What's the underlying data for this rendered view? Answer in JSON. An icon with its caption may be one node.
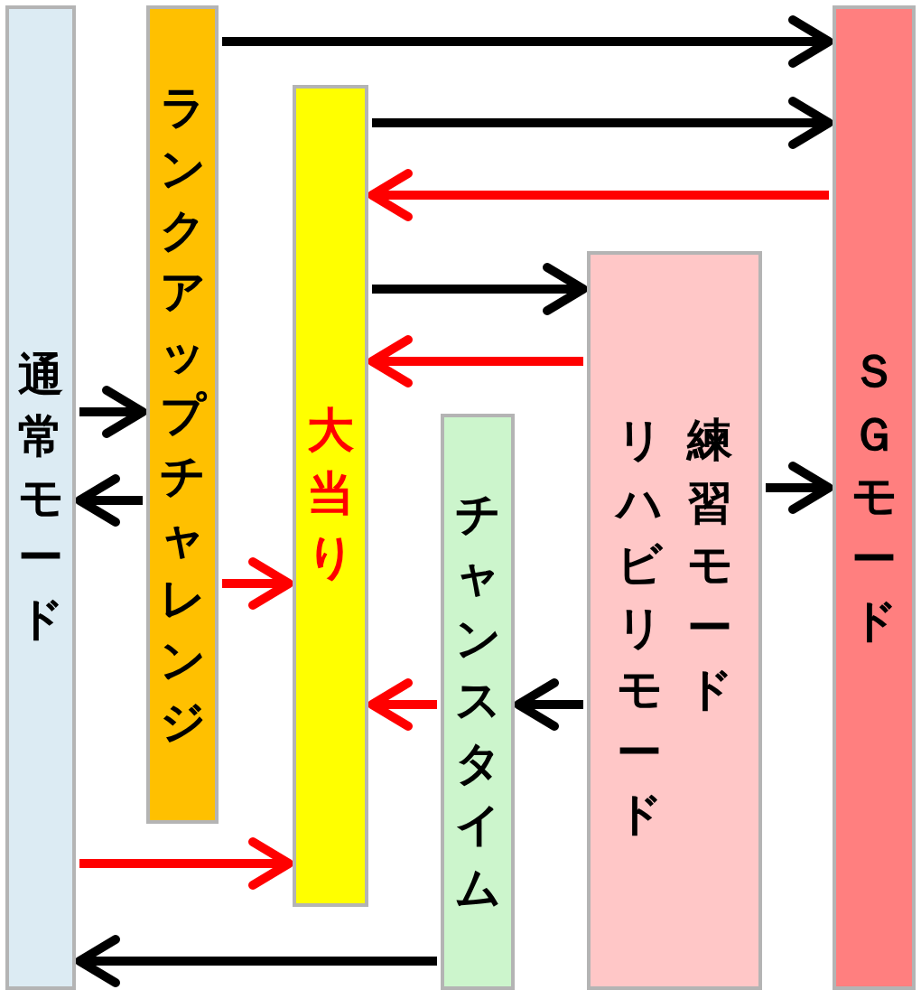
{
  "diagram": {
    "nodes": [
      {
        "text": [
          "通常モード"
        ]
      },
      {
        "text": [
          "ランクアップチャレンジ"
        ]
      },
      {
        "text": [
          "大当り"
        ]
      },
      {
        "text": [
          "チャンスタイム"
        ]
      },
      {
        "text": [
          "リハビリモード",
          "練習モード"
        ]
      },
      {
        "text": [
          "ＳＧモード"
        ]
      }
    ],
    "edges": [
      {
        "from": 1,
        "to": 5,
        "arrow": "to"
      },
      {
        "from": 2,
        "to": 5,
        "arrow": "to"
      },
      {
        "from": 5,
        "to": 2,
        "arrow": "to",
        "color": "#ff0000"
      },
      {
        "from": 2,
        "to": 4,
        "arrow": "to"
      },
      {
        "from": 4,
        "to": 2,
        "arrow": "to",
        "color": "#ff0000"
      },
      {
        "from": 0,
        "to": 1,
        "arrow": "to"
      },
      {
        "from": 4,
        "to": 5,
        "arrow": "to"
      },
      {
        "from": 1,
        "to": 0,
        "arrow": "to"
      },
      {
        "from": 1,
        "to": 2,
        "arrow": "to",
        "color": "#ff0000"
      },
      {
        "from": 4,
        "to": 3,
        "arrow": "to"
      },
      {
        "from": 3,
        "to": 2,
        "arrow": "to",
        "color": "#ff0000"
      },
      {
        "from": 0,
        "to": 2,
        "arrow": "to",
        "color": "#ff0000"
      },
      {
        "from": 3,
        "to": 0,
        "arrow": "to"
      }
    ]
  }
}
